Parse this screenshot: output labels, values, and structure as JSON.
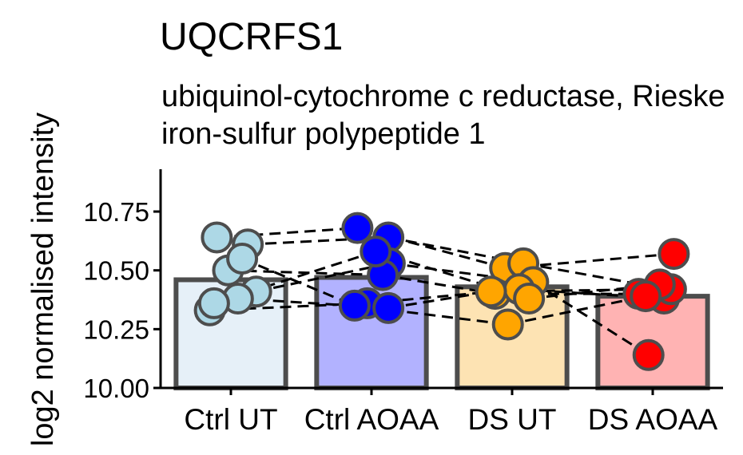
{
  "chart_data": {
    "type": "bar",
    "title": "UQCRFS1",
    "subtitle": "ubiquinol-cytochrome c reductase, Rieske iron-sulfur polypeptide 1",
    "subtitle_lines": [
      "ubiquinol-cytochrome c reductase, Rieske",
      "iron-sulfur polypeptide 1"
    ],
    "xlabel": "",
    "ylabel": "log2 normalised intensity",
    "ylim": [
      10.0,
      10.93
    ],
    "yticks": [
      "10.00",
      "10.25",
      "10.50",
      "10.75"
    ],
    "grid": false,
    "categories": [
      "Ctrl UT",
      "Ctrl AOAA",
      "DS UT",
      "DS AOAA"
    ],
    "values": [
      10.46,
      10.47,
      10.43,
      10.39
    ],
    "colors": {
      "bar_fill": [
        "#e6f0f8",
        "#b2b2ff",
        "#fde3b3",
        "#ffb3b3"
      ],
      "point_fill": [
        "#add8e6",
        "#0000ff",
        "#ffa500",
        "#ff0000"
      ],
      "outline": "#4d4d4d",
      "line": "#000000"
    },
    "points": [
      {
        "x": [
          -0.1,
          0.12,
          0.18,
          -0.02,
          -0.15,
          0.05,
          -0.12,
          0.08
        ],
        "y": [
          10.64,
          10.61,
          10.41,
          10.5,
          10.33,
          10.38,
          10.36,
          10.55
        ]
      },
      {
        "x": [
          -0.1,
          0.12,
          0.13,
          0.08,
          -0.03,
          0.12,
          0.03,
          -0.12
        ],
        "y": [
          10.68,
          10.64,
          10.53,
          10.48,
          10.36,
          10.34,
          10.58,
          10.35
        ]
      },
      {
        "x": [
          -0.05,
          0.08,
          0.15,
          -0.12,
          0.05,
          -0.15,
          0.12,
          -0.03
        ],
        "y": [
          10.51,
          10.53,
          10.45,
          10.4,
          10.42,
          10.41,
          10.38,
          10.27
        ]
      },
      {
        "x": [
          0.15,
          0.1,
          -0.03,
          -0.1,
          0.08,
          0.13,
          0.05,
          -0.05
        ],
        "y": [
          10.57,
          10.42,
          10.14,
          10.4,
          10.38,
          10.42,
          10.44,
          10.39
        ]
      }
    ],
    "pairs": [
      [
        0,
        0
      ],
      [
        1,
        1
      ],
      [
        2,
        2
      ],
      [
        3,
        3
      ],
      [
        4,
        4
      ],
      [
        5,
        5
      ],
      [
        6,
        6
      ],
      [
        7,
        7
      ]
    ]
  }
}
